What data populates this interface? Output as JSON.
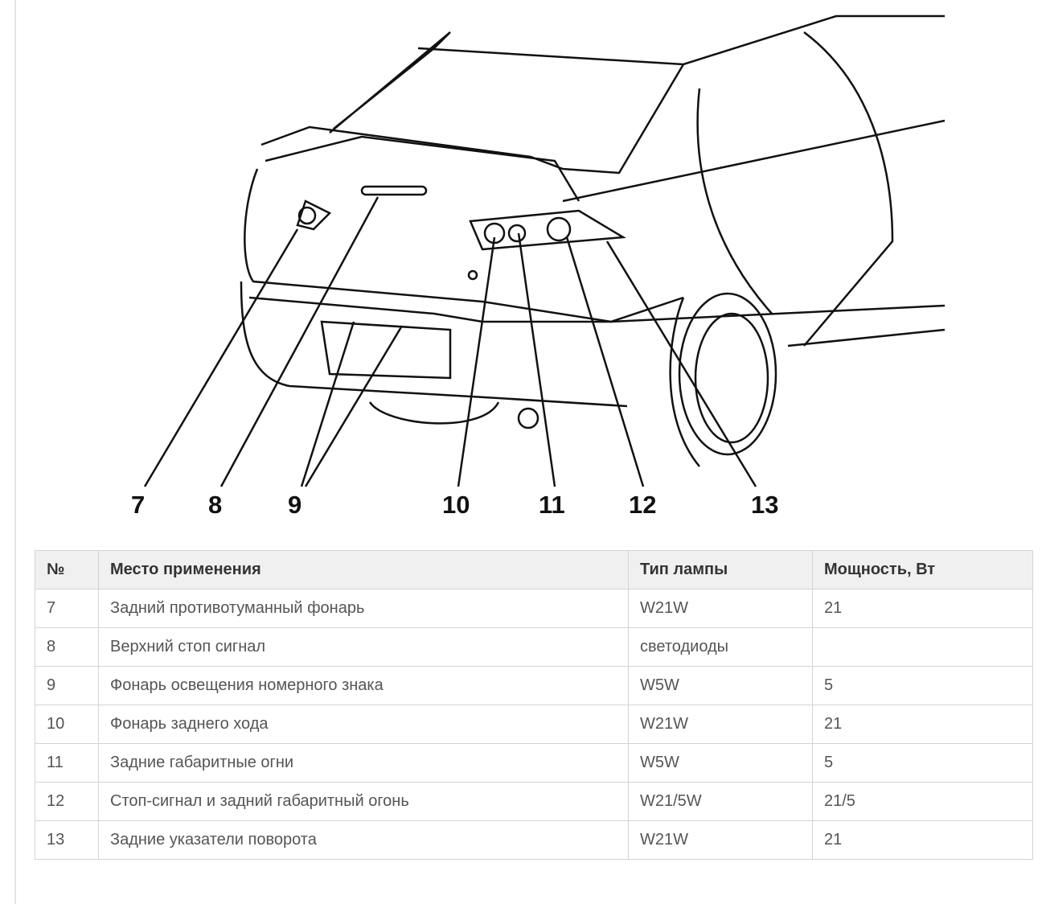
{
  "figure": {
    "callouts": [
      "7",
      "8",
      "9",
      "10",
      "11",
      "12",
      "13"
    ]
  },
  "table": {
    "headers": [
      "№",
      "Место применения",
      "Тип лампы",
      "Мощность, Вт"
    ],
    "rows": [
      [
        "7",
        "Задний противотуманный фонарь",
        "W21W",
        "21"
      ],
      [
        "8",
        "Верхний стоп сигнал",
        "светодиоды",
        ""
      ],
      [
        "9",
        "Фонарь освещения номерного знака",
        "W5W",
        "5"
      ],
      [
        "10",
        "Фонарь заднего хода",
        "W21W",
        "21"
      ],
      [
        "11",
        "Задние габаритные огни",
        "W5W",
        "5"
      ],
      [
        "12",
        "Стоп-сигнал и задний габаритный огонь",
        "W21/5W",
        "21/5"
      ],
      [
        "13",
        "Задние указатели поворота",
        "W21W",
        "21"
      ]
    ]
  }
}
